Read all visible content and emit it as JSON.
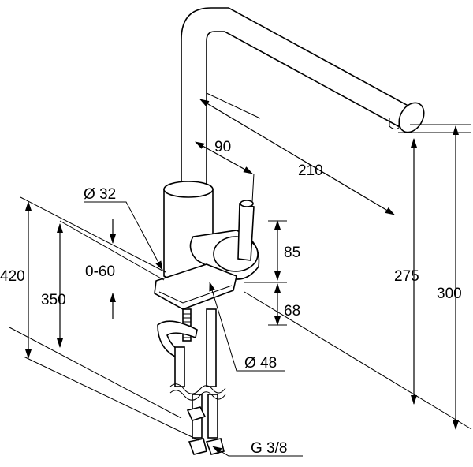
{
  "dimensions": {
    "spout_reach": "210",
    "lever_offset": "90",
    "hole_diameter": "Ø 32",
    "counter_thickness": "0-60",
    "total_below": "420",
    "hose_depth": "350",
    "handle_height": "85",
    "base_height": "68",
    "base_diameter": "Ø 48",
    "spout_clearance": "275",
    "total_height": "300",
    "connection": "G 3/8"
  },
  "colors": {
    "line": "#000000",
    "background": "#ffffff"
  }
}
